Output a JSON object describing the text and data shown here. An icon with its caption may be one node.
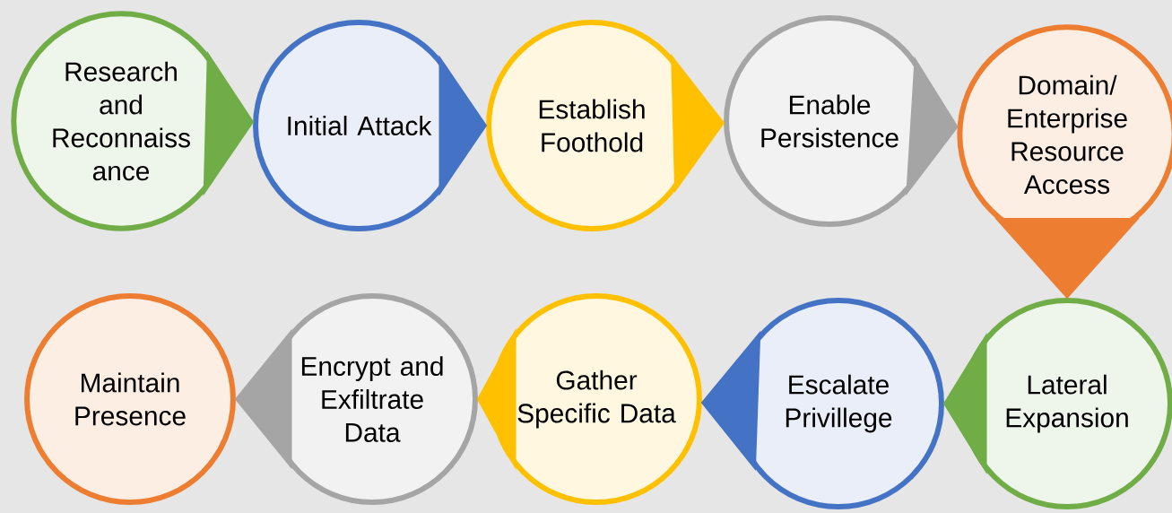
{
  "diagram": {
    "nodes": [
      {
        "text": [
          "Research and Reconnaiss ance"
        ]
      },
      {
        "text": [
          "Initial Attack"
        ]
      },
      {
        "text": [
          "Establish Foothold"
        ]
      },
      {
        "text": [
          "Enable Persistence"
        ]
      },
      {
        "text": [
          "Domain/ Enterprise Resource Access"
        ]
      },
      {
        "text": [
          "Lateral Expansion"
        ]
      },
      {
        "text": [
          "Escalate Privillege"
        ]
      },
      {
        "text": [
          "Gather Specific Data"
        ]
      },
      {
        "text": [
          "Encrypt and Exfiltrate Data"
        ]
      },
      {
        "text": [
          "Maintain Presence"
        ]
      }
    ],
    "edges": [
      {
        "from": 0,
        "to": 1,
        "arrow": "to"
      },
      {
        "from": 1,
        "to": 2,
        "arrow": "to"
      },
      {
        "from": 2,
        "to": 3,
        "arrow": "to"
      },
      {
        "from": 3,
        "to": 4,
        "arrow": "to"
      },
      {
        "from": 4,
        "to": 5,
        "arrow": "to"
      },
      {
        "from": 5,
        "to": 6,
        "arrow": "to"
      },
      {
        "from": 6,
        "to": 7,
        "arrow": "to"
      },
      {
        "from": 7,
        "to": 8,
        "arrow": "to"
      },
      {
        "from": 8,
        "to": 9,
        "arrow": "to"
      }
    ]
  }
}
